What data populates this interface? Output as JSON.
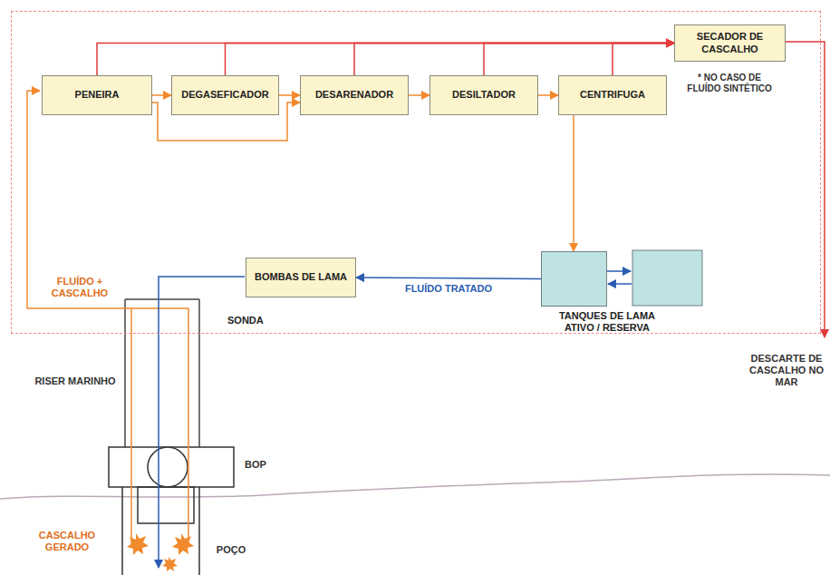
{
  "diagram": {
    "nodes": [
      {
        "text": [
          "SONDA"
        ]
      },
      {
        "text": [
          "PENEIRA"
        ],
        "in": 0
      },
      {
        "text": [
          "DEGASEFICADOR"
        ],
        "in": 0
      },
      {
        "text": [
          "DESARENADOR"
        ],
        "in": 0
      },
      {
        "text": [
          "DESILTADOR"
        ],
        "in": 0
      },
      {
        "text": [
          "CENTRIFUGA"
        ],
        "in": 0
      },
      {
        "text": [
          "SECADOR DE CASCALHO"
        ],
        "in": 0
      },
      {
        "text": [
          "TANQUES DE LAMA ATIVO / RESERVA"
        ],
        "in": 0
      },
      {
        "text": [
          "BOMBAS DE LAMA"
        ],
        "in": 0
      }
    ],
    "edges": [
      {
        "from": 1,
        "to": 2,
        "arrow": "to"
      },
      {
        "from": 2,
        "to": 3,
        "arrow": "to"
      },
      {
        "from": 3,
        "to": 4,
        "arrow": "to"
      },
      {
        "from": 4,
        "to": 5,
        "arrow": "to"
      },
      {
        "from": 1,
        "to": 3,
        "arrow": "to"
      },
      {
        "from": 1,
        "to": 6,
        "arrow": "to"
      },
      {
        "from": 2,
        "to": 6,
        "arrow": "to"
      },
      {
        "from": 3,
        "to": 6,
        "arrow": "to"
      },
      {
        "from": 4,
        "to": 6,
        "arrow": "to"
      },
      {
        "from": 5,
        "to": 6,
        "arrow": "to"
      },
      {
        "from": 5,
        "to": 7,
        "arrow": "to"
      },
      {
        "from": 7,
        "to": 8,
        "label": "FLUÍDO TRATADO",
        "arrow": "to"
      }
    ],
    "labels": [
      "FLUÍDO + CASCALHO",
      "RISER MARINHO",
      "BOP",
      "CASCALHO GERADO",
      "POÇO",
      "DESCARTE DE CASCALHO NO MAR",
      "* NO CASO DE FLUÍDO SINTÉTICO"
    ]
  }
}
